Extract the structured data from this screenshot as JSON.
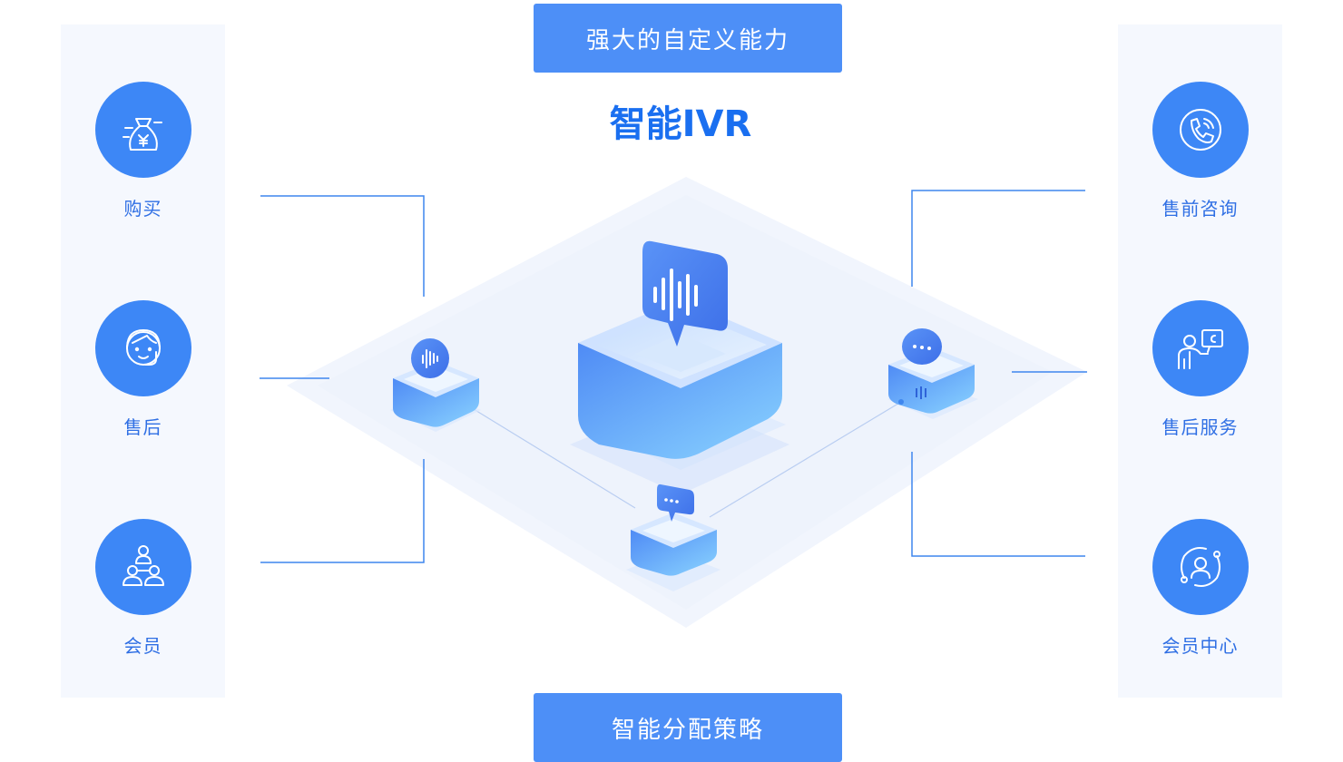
{
  "top_banner": "强大的自定义能力",
  "main_title": "智能IVR",
  "bottom_banner": "智能分配策略",
  "left_items": [
    {
      "label": "购买",
      "icon": "money-bag-icon"
    },
    {
      "label": "售后",
      "icon": "agent-headset-icon"
    },
    {
      "label": "会员",
      "icon": "member-network-icon"
    }
  ],
  "right_items": [
    {
      "label": "售前咨询",
      "icon": "phone-call-icon"
    },
    {
      "label": "售后服务",
      "icon": "presenter-icon"
    },
    {
      "label": "会员中心",
      "icon": "user-orbit-icon"
    }
  ],
  "colors": {
    "accent": "#3d87f6",
    "banner": "#4d8ff7",
    "title": "#1a6ff0",
    "panel": "#f5f8fe",
    "line": "#3f86ee"
  }
}
